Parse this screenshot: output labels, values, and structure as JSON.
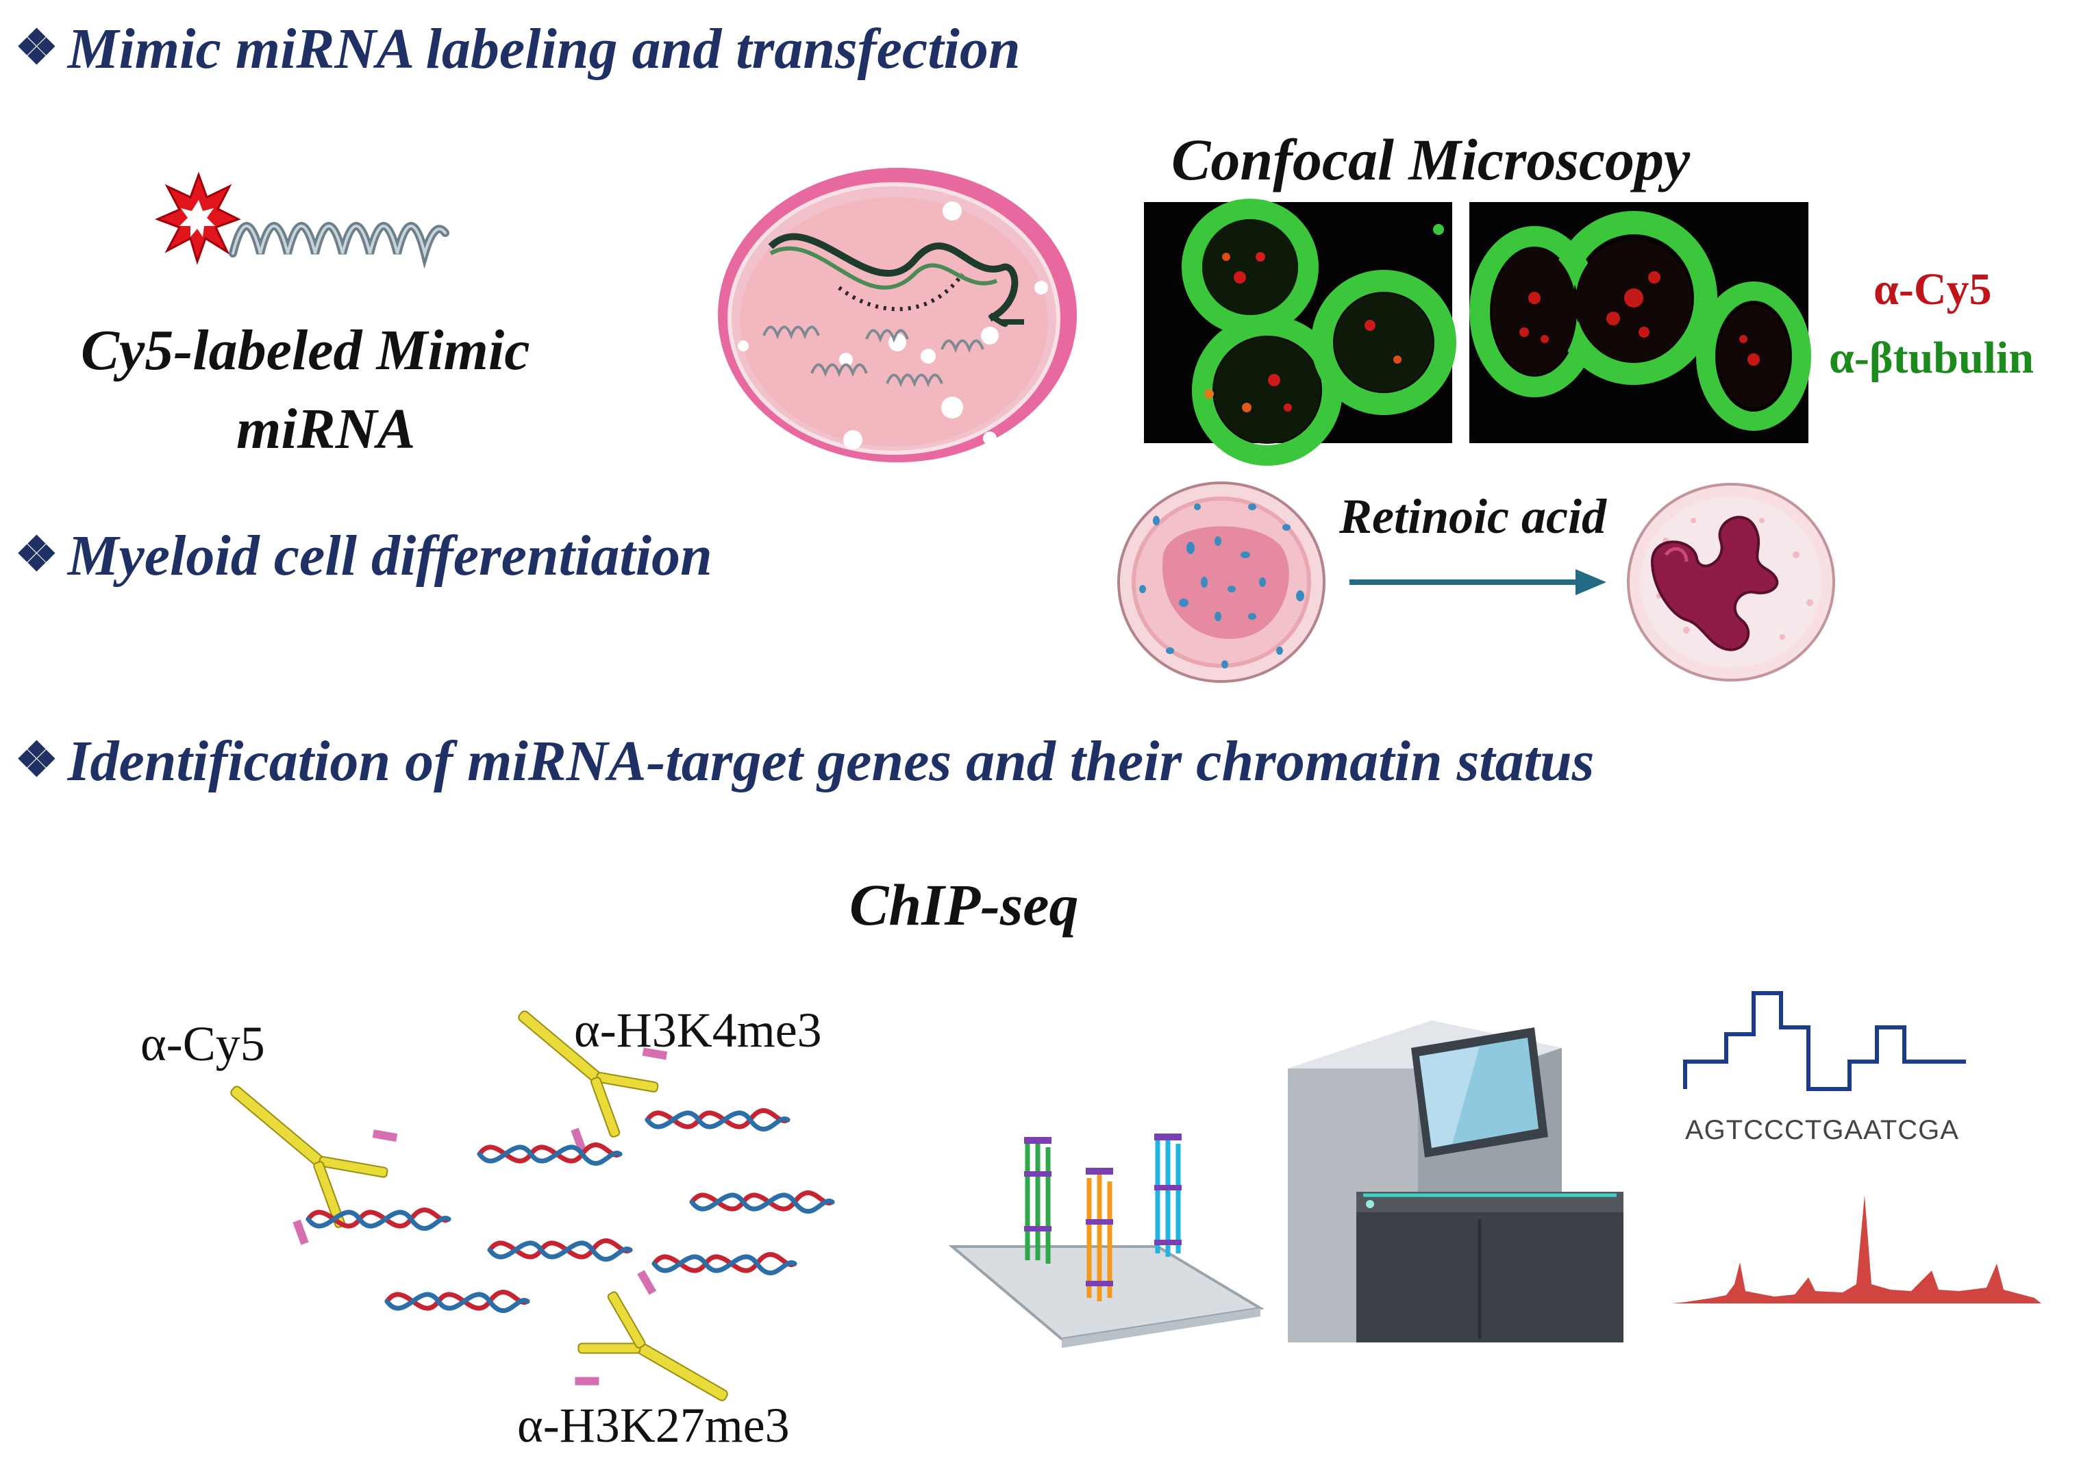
{
  "sections": {
    "s1": {
      "bullet": "❖",
      "title": "Mimic miRNA labeling and transfection"
    },
    "s2": {
      "bullet": "❖",
      "title": "Myeloid cell differentiation"
    },
    "s3": {
      "bullet": "❖",
      "title": "Identification of miRNA-target genes and their chromatin status"
    }
  },
  "labels": {
    "cy5_line1": "Cy5-labeled Mimic",
    "cy5_line2": "miRNA",
    "confocal": "Confocal Microscopy",
    "stain_cy5": "α-Cy5",
    "stain_tubulin": "α-βtubulin",
    "retinoic": "Retinoic acid",
    "chipseq": "ChIP-seq",
    "ab_cy5": "α-Cy5",
    "ab_h3k4": "α-H3K4me3",
    "ab_h3k27": "α-H3K27me3",
    "sequence": "AGTCCCTGAATCGA"
  },
  "colors": {
    "title_blue": "#1f3064",
    "stain_red": "#c0141b",
    "stain_green": "#1d8a1d",
    "arrow": "#236b85",
    "trace_blue": "#1b3b8f",
    "peak_red": "#d0453f"
  }
}
